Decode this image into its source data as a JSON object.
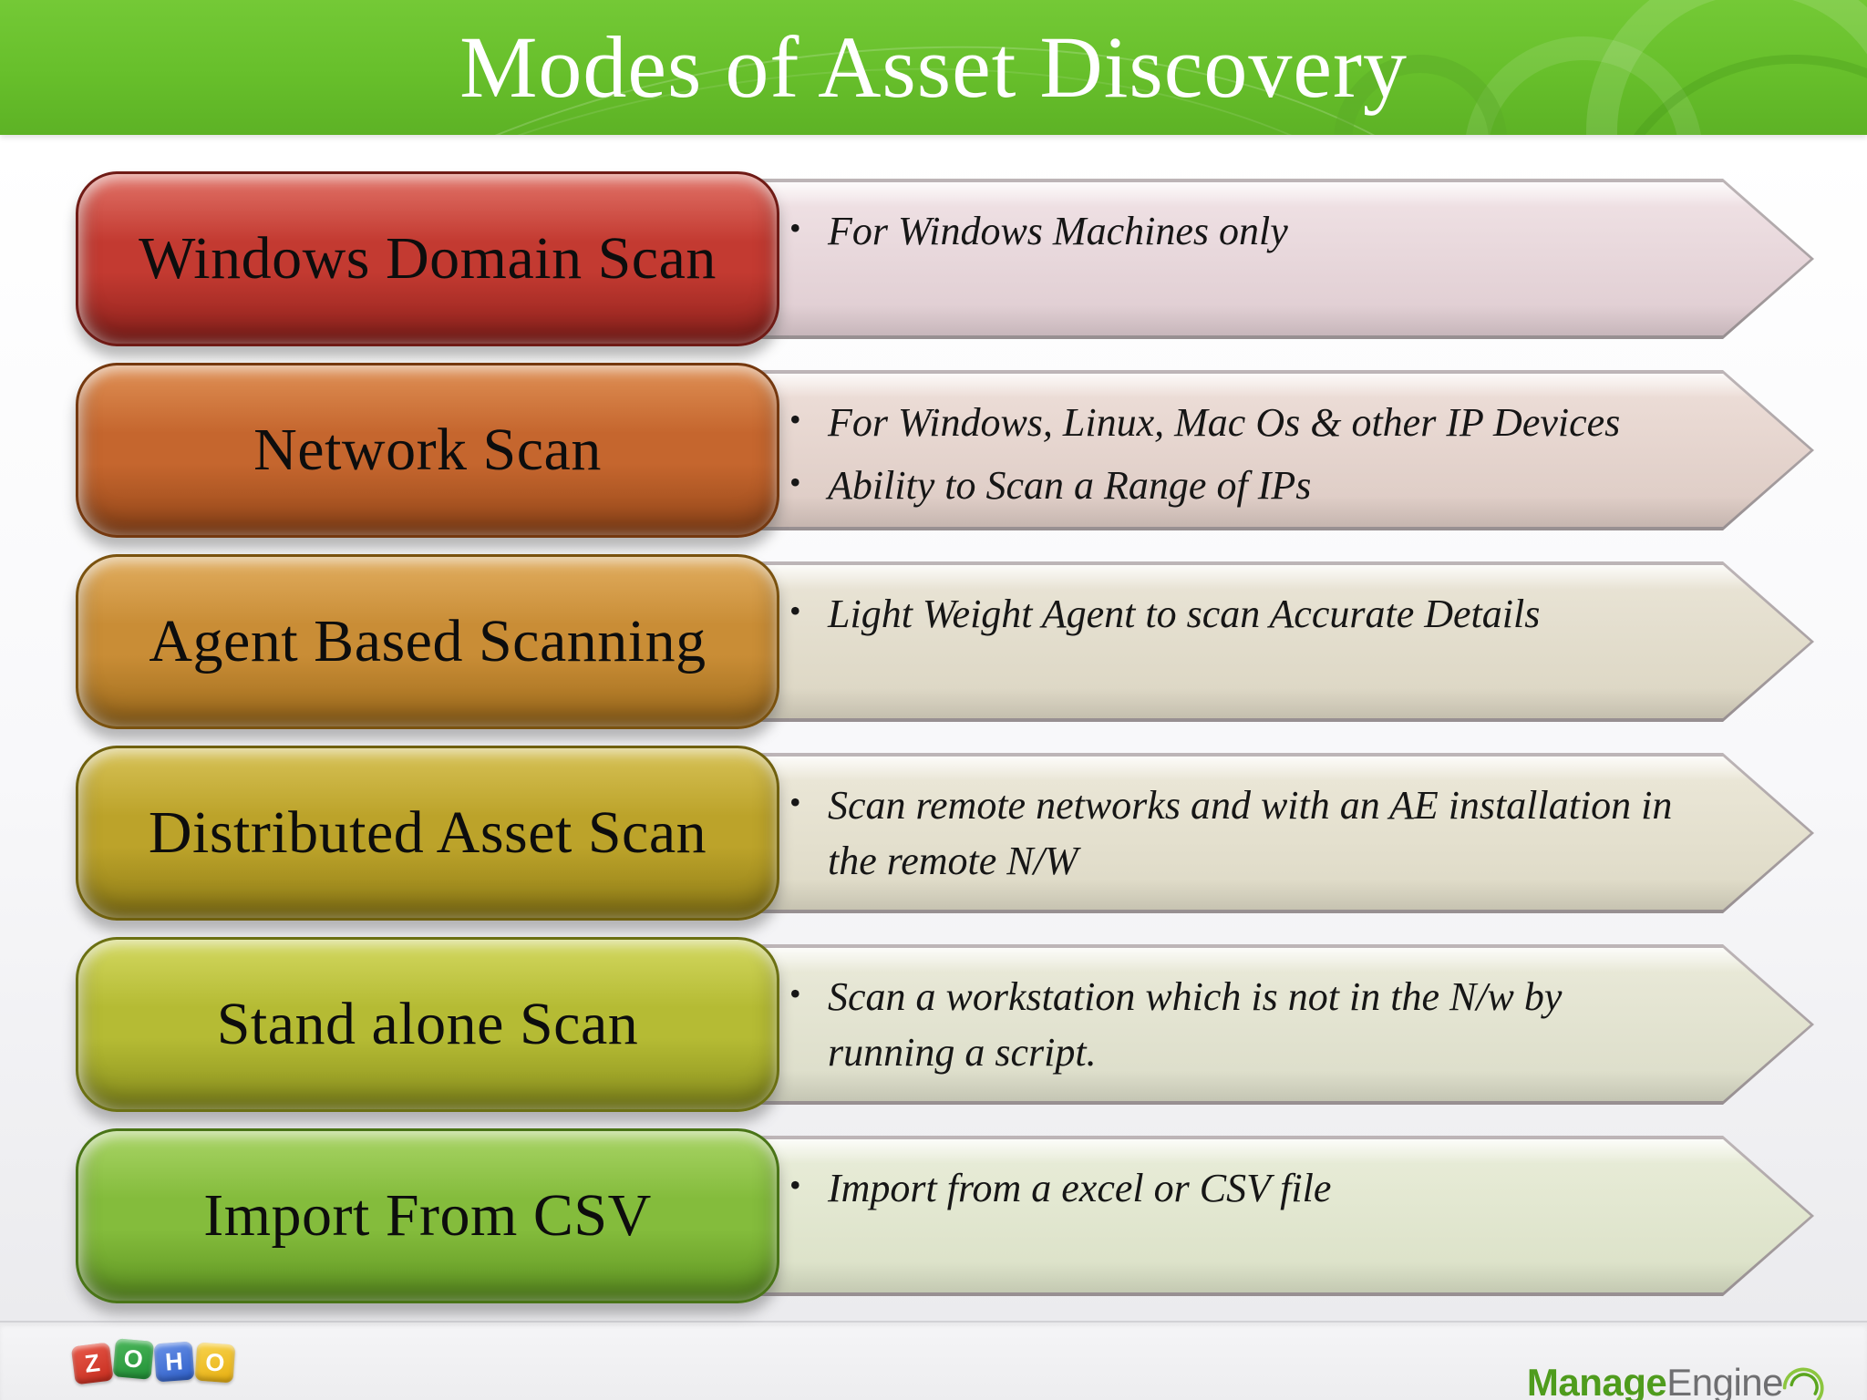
{
  "header": {
    "title": "Modes of Asset Discovery"
  },
  "rows": [
    {
      "label": "Windows Domain Scan",
      "bullets": [
        "For Windows Machines only"
      ],
      "colors": {
        "pill_top": "#e17368",
        "pill_mid": "#c33a31",
        "pill_bottom": "#8e211c",
        "pill_edge": "#6f1b16",
        "arrow_light": "#f1e3e6",
        "arrow_dark": "#decbd0"
      }
    },
    {
      "label": "Network Scan",
      "bullets": [
        "For Windows, Linux, Mac Os & other IP Devices",
        "Ability to Scan a Range of IPs"
      ],
      "colors": {
        "pill_top": "#df9055",
        "pill_mid": "#c5662e",
        "pill_bottom": "#954719",
        "pill_edge": "#74380f",
        "arrow_light": "#eedfd9",
        "arrow_dark": "#dccac3"
      }
    },
    {
      "label": "Agent Based Scanning",
      "bullets": [
        "Light Weight Agent to scan Accurate Details"
      ],
      "colors": {
        "pill_top": "#e1ad5f",
        "pill_mid": "#c98d36",
        "pill_bottom": "#9d6a1b",
        "pill_edge": "#7a520f",
        "arrow_light": "#eae5d7",
        "arrow_dark": "#dbd5c2"
      }
    },
    {
      "label": "Distributed Asset Scan",
      "bullets": [
        "Scan remote networks and with an AE installation in the remote N/W"
      ],
      "colors": {
        "pill_top": "#d7c257",
        "pill_mid": "#bca32a",
        "pill_bottom": "#8f7c16",
        "pill_edge": "#6f600e",
        "arrow_light": "#ece8d9",
        "arrow_dark": "#ddd9c5"
      }
    },
    {
      "label": "Stand alone Scan",
      "bullets": [
        "Scan a workstation which is not in the N/w by running a script."
      ],
      "colors": {
        "pill_top": "#d3d860",
        "pill_mid": "#b5bb34",
        "pill_bottom": "#8a901d",
        "pill_edge": "#6b7013",
        "arrow_light": "#eaead9",
        "arrow_dark": "#dbdcc8"
      }
    },
    {
      "label": "Import From CSV",
      "bullets": [
        "Import from a excel or CSV file"
      ],
      "colors": {
        "pill_top": "#a9d466",
        "pill_mid": "#84bc3c",
        "pill_bottom": "#5e9421",
        "pill_edge": "#497417",
        "arrow_light": "#e9edd9",
        "arrow_dark": "#dae0c6"
      }
    }
  ],
  "footer": {
    "zoho_letters": [
      "Z",
      "O",
      "H",
      "O"
    ],
    "manageengine": {
      "manage": "Manage",
      "engine": "Engine"
    }
  },
  "theme": {
    "header_green": "#67bf2b",
    "title_color": "#ffffff",
    "bullet_text_color": "#161616",
    "zoho_tile_colors": [
      "#c52b1d",
      "#1f8f35",
      "#2d5ec8",
      "#e7ae0e"
    ],
    "manage_green": "#4f9c1d",
    "engine_gray": "#6f6f71"
  }
}
